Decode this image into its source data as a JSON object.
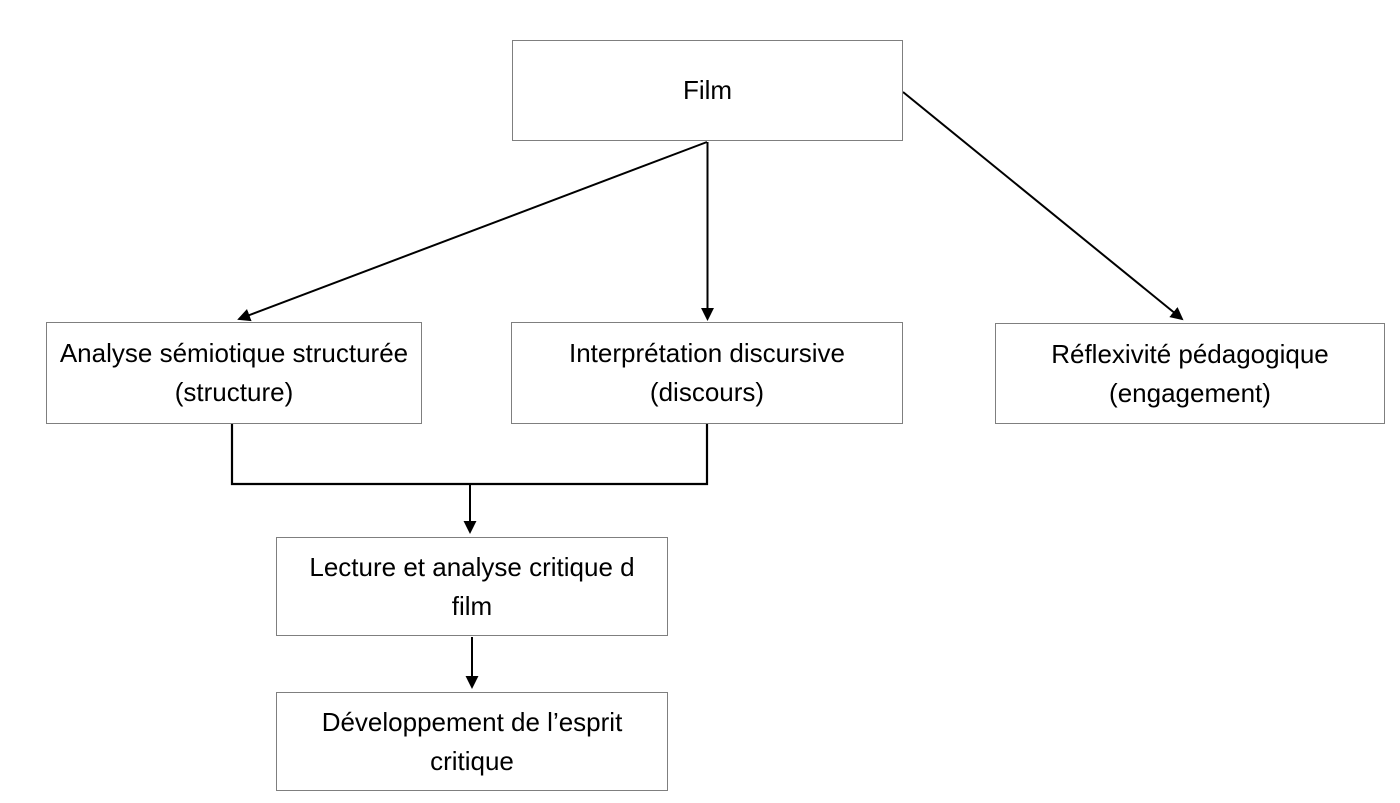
{
  "diagram": {
    "type": "flowchart",
    "background": "#ffffff",
    "nodes": {
      "film": {
        "lines": [
          "Film"
        ]
      },
      "analyse_semiotique": {
        "lines": [
          "Analyse sémiotique structurée",
          "(structure)"
        ]
      },
      "interpretation_discursive": {
        "lines": [
          "Interprétation discursive",
          "(discours)"
        ]
      },
      "reflexivite_pedagogique": {
        "lines": [
          "Réflexivité pédagogique",
          "(engagement)"
        ]
      },
      "lecture_analyse": {
        "lines": [
          "Lecture et analyse critique d",
          "film"
        ]
      },
      "developpement": {
        "lines": [
          "Développement de l’esprit",
          "critique"
        ]
      }
    },
    "edges": [
      {
        "from": "film",
        "to": "analyse_semiotique",
        "style": "diagonal-arrow"
      },
      {
        "from": "film",
        "to": "interpretation_discursive",
        "style": "straight-arrow"
      },
      {
        "from": "film",
        "to": "reflexivite_pedagogique",
        "style": "diagonal-arrow"
      },
      {
        "from": "analyse_semiotique",
        "to": "lecture_analyse",
        "style": "merged-elbow-arrow"
      },
      {
        "from": "interpretation_discursive",
        "to": "lecture_analyse",
        "style": "merged-elbow-arrow"
      },
      {
        "from": "lecture_analyse",
        "to": "developpement",
        "style": "straight-arrow"
      }
    ],
    "colors": {
      "box_border": "#7f7f7f",
      "box_fill": "#ffffff",
      "connector": "#000000",
      "text": "#000000"
    }
  }
}
